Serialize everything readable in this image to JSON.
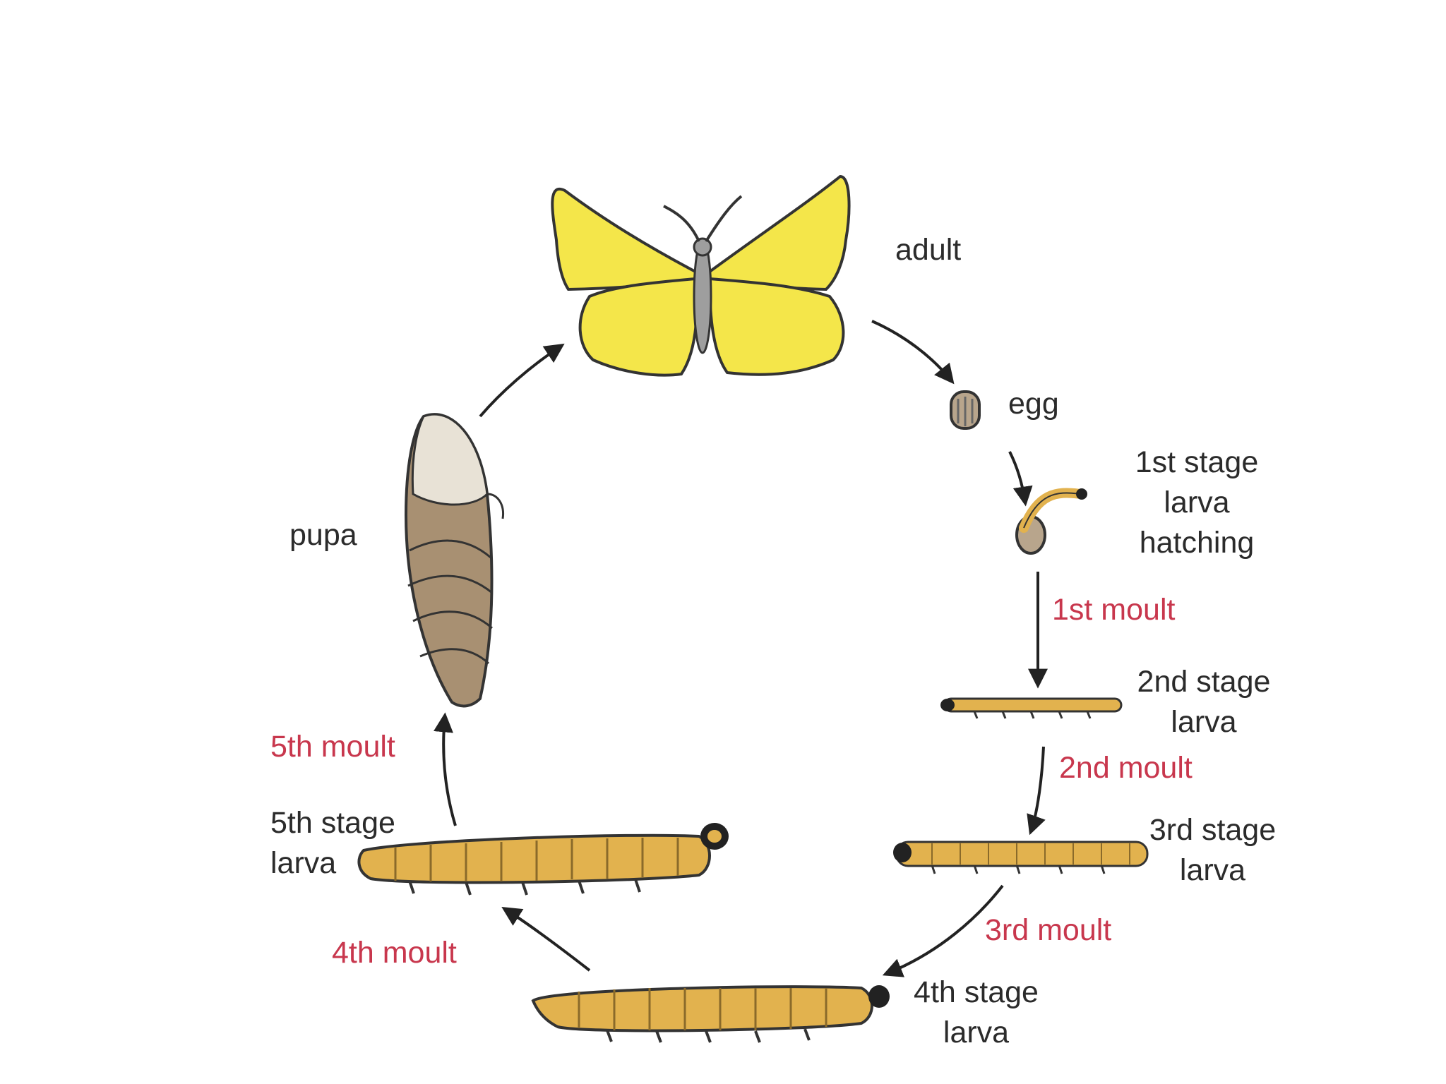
{
  "labels": {
    "adult": "adult",
    "egg": "egg",
    "larva1": [
      "1st stage",
      "larva",
      "hatching"
    ],
    "larva2": [
      "2nd stage",
      "larva"
    ],
    "larva3": [
      "3rd stage",
      "larva"
    ],
    "larva4": [
      "4th stage",
      "larva"
    ],
    "larva5": [
      "5th stage",
      "larva"
    ],
    "pupa": "pupa"
  },
  "moults": {
    "m1": "1st moult",
    "m2": "2nd moult",
    "m3": "3rd moult",
    "m4": "4th moult",
    "m5": "5th moult"
  },
  "colors": {
    "wing": "#f4e64a",
    "larva": "#e2b24e",
    "pupa": "#a89072",
    "moult_text": "#c8374d",
    "stage_text": "#2b2b2b"
  }
}
